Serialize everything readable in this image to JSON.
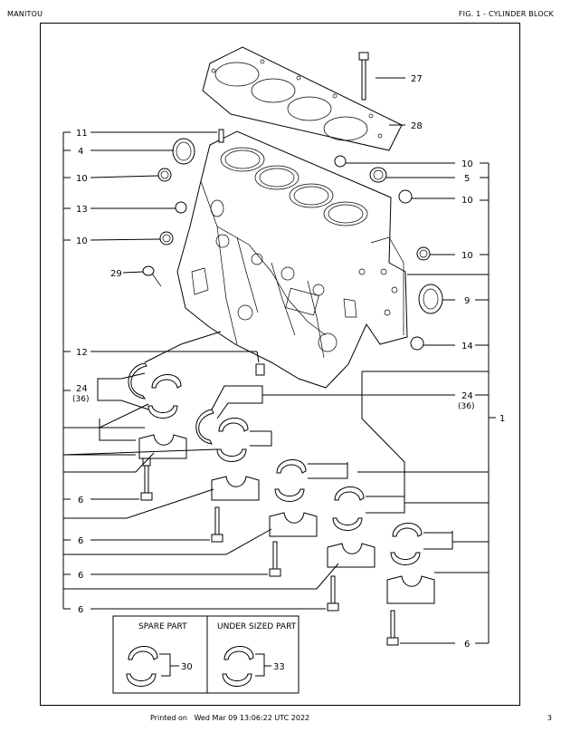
{
  "header": {
    "brand": "MANITOU",
    "figure_title": "FIG. 1 - CYLINDER BLOCK"
  },
  "footer": {
    "printed_label": "Printed on",
    "printed_date": "Wed Mar 09 13:06:22 UTC 2022",
    "page_number": "3"
  },
  "callouts": {
    "c1": "1",
    "c4": "4",
    "c5": "5",
    "c9": "9",
    "c10a": "10",
    "c10b": "10",
    "c10c": "10",
    "c10d": "10",
    "c10e": "10",
    "c11": "11",
    "c12": "12",
    "c13": "13",
    "c14": "14",
    "c24a": "24",
    "c24a_sub": "(36)",
    "c24b": "24",
    "c24b_sub": "(36)",
    "c27": "27",
    "c28": "28",
    "c29": "29",
    "c6a": "6",
    "c6b": "6",
    "c6c": "6",
    "c6d": "6",
    "c6e": "6"
  },
  "inset": {
    "spare_part_title": "SPARE PART",
    "spare_part_callout": "30",
    "under_sized_title": "UNDER SIZED PART",
    "under_sized_callout": "33"
  }
}
